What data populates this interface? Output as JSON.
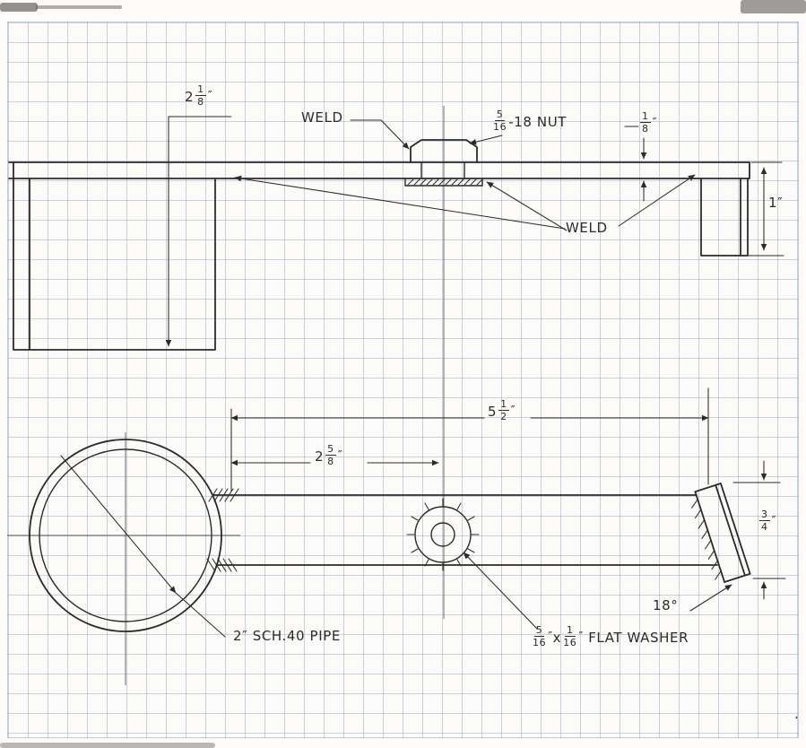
{
  "drawing": {
    "paper_color": "#fcfbf7",
    "grid_color": "#86a8cc",
    "ink_color": "#2b2b2b"
  },
  "labels": {
    "dim_height": {
      "whole": "2",
      "num": "1",
      "den": "8",
      "unit": "″"
    },
    "weld_top": "WELD",
    "nut": {
      "num": "5",
      "den": "16",
      "suffix": "-18 NUT"
    },
    "plate_thickness": {
      "num": "1",
      "den": "8",
      "unit": "″"
    },
    "tab_height": "1″",
    "weld_mid": "WELD",
    "dim_length": {
      "whole": "5",
      "num": "1",
      "den": "2",
      "unit": "″"
    },
    "dim_to_washer": {
      "whole": "2",
      "num": "5",
      "den": "8",
      "unit": "″"
    },
    "tab_offset": {
      "num": "3",
      "den": "4",
      "unit": "″"
    },
    "angle": "18°",
    "pipe_label": "2″ SCH.40 PIPE",
    "washer_label": {
      "f1_num": "5",
      "f1_den": "16",
      "f1_unit": "″",
      "times": "x",
      "f2_num": "1",
      "f2_den": "16",
      "f2_unit": "″",
      "suffix": "FLAT WASHER"
    },
    "artifact_dot": "."
  }
}
